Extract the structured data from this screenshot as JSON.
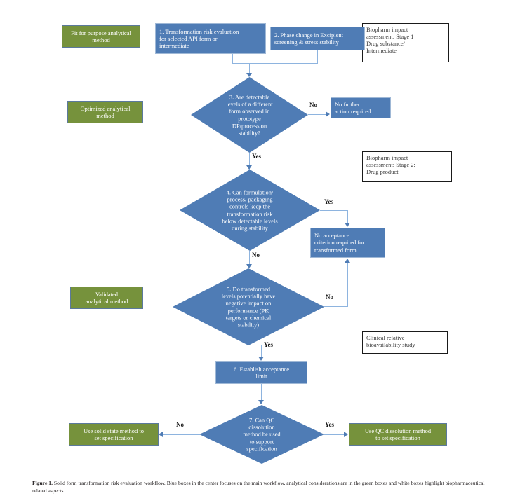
{
  "figure": {
    "caption_label": "Figure 1.",
    "caption_text": " Solid form transformation risk evaluation workflow. Blue boxes in the center focuses on the main workflow, analytical considerations are in the green boxes and white boxes highlight biopharmaceutical related aspects."
  },
  "colors": {
    "blue_fill": "#4f7cb5",
    "green_fill": "#76923c",
    "white_fill": "#ffffff",
    "connector": "#8eb4df",
    "text_light": "#ffffff",
    "text_dark": "#231f20"
  },
  "nodes": {
    "green_fit_for_purpose": "Fit for purpose analytical\nmethod",
    "green_optimized": "Optimized  analytical\nmethod",
    "green_validated": "Validated\nanalytical method",
    "green_solid_state": "Use solid  state method to\nset specification",
    "green_qc_dissolution": "Use QC dissolution  method\nto set  specification",
    "step1": "1. Transformation risk  evaluation\nfor selected API form or\nintermediate",
    "step2": "2. Phase change in Excipient\nscreening & stress stability",
    "decision3": "3. Are detectable\nlevels of a different\nform observed  in\nprototype\nDP/process on\nstability?",
    "no_further_action": "No further\naction required",
    "decision4": "4. Can formulation/\nprocess/ packaging\ncontrols  keep the\ntransformation risk\nbelow detectable levels\nduring  stability",
    "no_acceptance_criterion": "No acceptance\ncriterion required for\ntransformed form",
    "decision5": "5. Do transformed\nlevels potentially  have\nnegative impact on\nperformance (PK\ntargets or chemical\nstability)",
    "step6": "6. Establish acceptance\nlimit",
    "decision7": "7. Can QC\ndissolution\nmethod be used\nto support\nspecification",
    "white_stage1": "Biopharm impact\nassessment: Stage 1\n Drug substance/\nIntermediate",
    "white_stage2": "Biopharm impact\nassessment: Stage 2:\nDrug product",
    "white_clinical": "Clinical  relative\nbioavailability  study"
  },
  "edge_labels": {
    "d3_no": "No",
    "d3_yes": "Yes",
    "d4_yes": "Yes",
    "d4_no": "No",
    "d5_no": "No",
    "d5_yes": "Yes",
    "d7_no": "No",
    "d7_yes": "Yes"
  }
}
